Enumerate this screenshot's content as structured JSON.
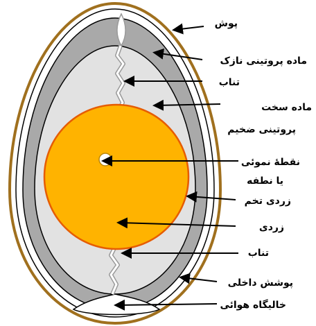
{
  "labels": {
    "shell": "پوش",
    "thin_albumen": "ماده پروتینی نازک",
    "chalaza_top": "تناب",
    "thick_albumen_line1": "ماده سخت",
    "thick_albumen_line2": "پروتینی ضخیم",
    "germinal_disc_line1": "نقطۀ نموئی",
    "germinal_disc_line2": "یا نطفه",
    "yolk_membrane": "زردی تخم",
    "yolk": "زردی",
    "chalaza_bottom": "تناب",
    "inner_membrane": "پوشش داخلی",
    "air_cell": "خالیگاه هوائی"
  },
  "colors": {
    "shell_outline": "#a0701e",
    "outer_membrane": "#ffffff",
    "thin_albumen": "#a9a9a9",
    "thick_albumen": "#e2e2e2",
    "yolk": "#ffb300",
    "yolk_outline": "#e65c00",
    "germinal_disc": "#ffffff",
    "chalaza": "#ffffff",
    "line": "#000000"
  }
}
